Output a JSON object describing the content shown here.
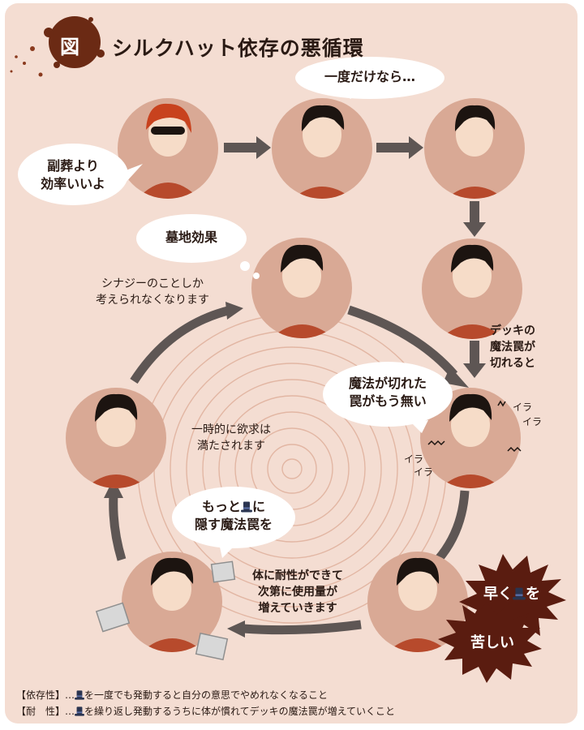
{
  "header": {
    "badge": "図",
    "title": "シルクハット依存の悪循環"
  },
  "bubbles": {
    "top": "一度だけなら…",
    "left_line1": "副葬より",
    "left_line2": "効率いいよ",
    "think": "墓地効果",
    "center_line1": "魔法が切れた",
    "center_line2": "罠がもう無い",
    "lower_left_line1_pre": "もっと",
    "lower_left_line1_post": "に",
    "lower_left_line2": "隠す魔法罠を"
  },
  "notes": {
    "synergy_line1": "シナジーのことしか",
    "synergy_line2": "考えられなくなります",
    "satisfied_line1": "一時的に欲求は",
    "satisfied_line2": "満たされます",
    "deck_line1": "デッキの",
    "deck_line2": "魔法罠が",
    "deck_line3": "切れると",
    "tolerance_line1": "体に耐性ができて",
    "tolerance_line2": "次第に使用量が",
    "tolerance_line3": "増えていきます",
    "ira": "イラ"
  },
  "bursts": {
    "hurry_pre": "早く",
    "hurry_post": "を",
    "pain": "苦しい"
  },
  "footer": {
    "line1_label": "【依存性】…",
    "line1_text": "を一度でも発動すると自分の意思でやめれなくなること",
    "line2_label": "【耐　性】…",
    "line2_text": "を繰り返し発動するうちに体が慣れてデッキの魔法罠が増えていくこと"
  },
  "colors": {
    "panel": "#f4ddd2",
    "circle": "#d9a995",
    "arrow": "#5e5654",
    "badge": "#6b2a14",
    "burst": "#5a1c10",
    "shirt": "#b74a2c",
    "hair": "#1c1410"
  },
  "icons": [
    "silk-hat-icon",
    "ink-splatter-icon",
    "thought-bubble-icon",
    "speech-bubble-icon",
    "cycle-arrow-icon"
  ]
}
